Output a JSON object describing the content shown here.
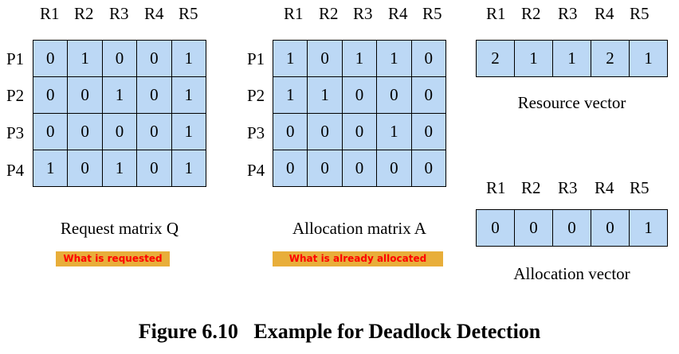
{
  "resource_headers": [
    "R1",
    "R2",
    "R3",
    "R4",
    "R5"
  ],
  "process_labels": [
    "P1",
    "P2",
    "P3",
    "P4"
  ],
  "request_matrix": {
    "caption": "Request matrix Q",
    "note": "What is requested",
    "rows": [
      [
        0,
        1,
        0,
        0,
        1
      ],
      [
        0,
        0,
        1,
        0,
        1
      ],
      [
        0,
        0,
        0,
        0,
        1
      ],
      [
        1,
        0,
        1,
        0,
        1
      ]
    ]
  },
  "allocation_matrix": {
    "caption": "Allocation matrix A",
    "note": "What is already allocated",
    "rows": [
      [
        1,
        0,
        1,
        1,
        0
      ],
      [
        1,
        1,
        0,
        0,
        0
      ],
      [
        0,
        0,
        0,
        1,
        0
      ],
      [
        0,
        0,
        0,
        0,
        0
      ]
    ]
  },
  "resource_vector": {
    "caption": "Resource vector",
    "values": [
      2,
      1,
      1,
      2,
      1
    ]
  },
  "allocation_vector": {
    "caption": "Allocation vector",
    "values": [
      0,
      0,
      0,
      0,
      1
    ]
  },
  "figure_title": "Figure 6.10   Example for Deadlock Detection",
  "colors": {
    "cell_fill": "#bcd8f5",
    "note_fill": "#e8ae3a",
    "note_text": "#ff0000"
  }
}
